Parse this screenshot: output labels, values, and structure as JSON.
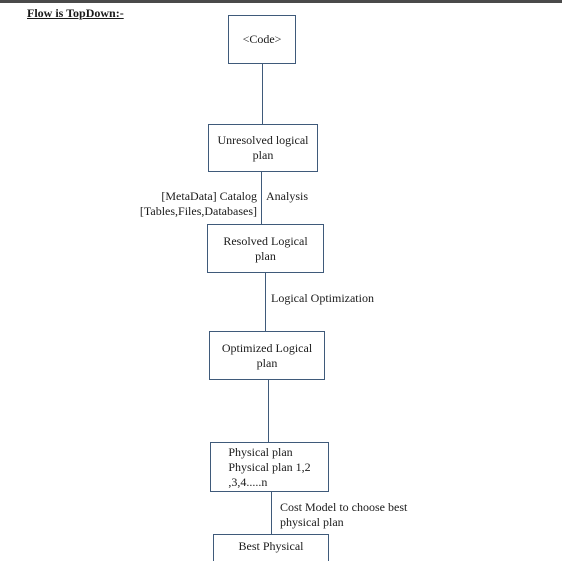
{
  "heading": "Flow is TopDown:-",
  "nodes": {
    "code": "<Code>",
    "unresolved": "Unresolved logical\nplan",
    "resolved": "Resolved Logical\nplan",
    "optimized": "Optimized Logical\nplan",
    "physical": "Physical plan\nPhysical plan 1,2\n,3,4.....n",
    "best": "Best Physical"
  },
  "edge_labels": {
    "catalog": "[MetaData] Catalog\n[Tables,Files,Databases]",
    "analysis": "Analysis",
    "logical_optimization": "Logical Optimization",
    "cost_model": "Cost Model to choose best\nphysical plan"
  },
  "colors": {
    "node_border": "#3f5a7a",
    "connector": "#3f5a7a"
  }
}
